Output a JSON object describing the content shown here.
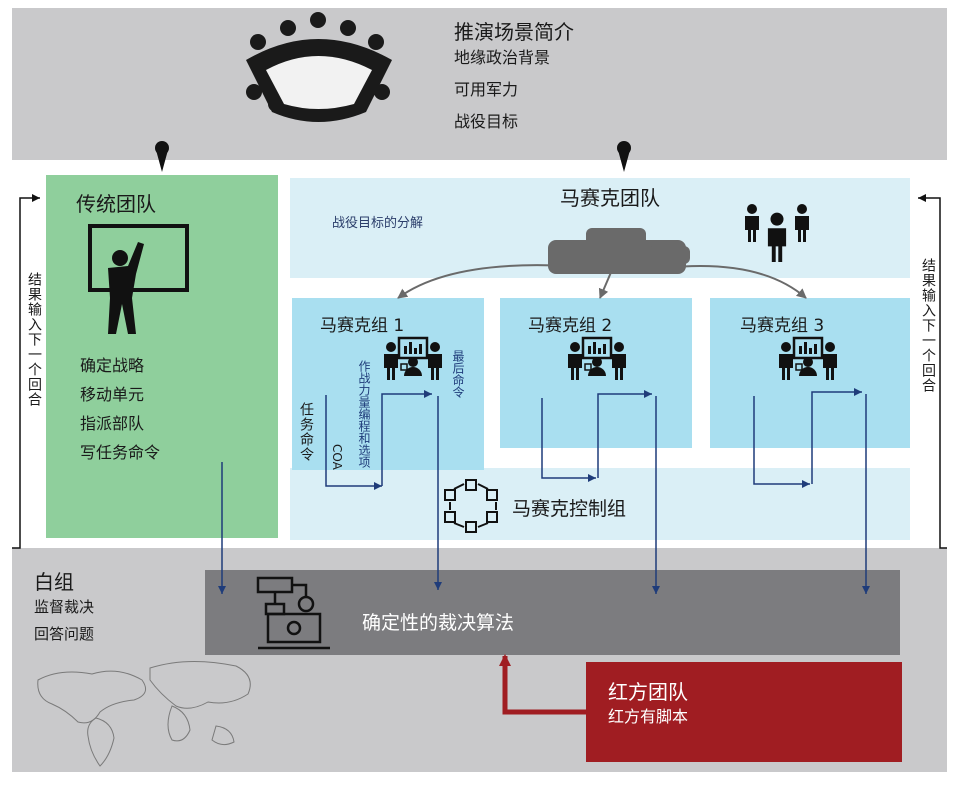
{
  "scenario": {
    "title": "推演场景简介",
    "items": [
      "地缘政治背景",
      "可用军力",
      "战役目标"
    ]
  },
  "traditional_team": {
    "title": "传统团队",
    "items": [
      "确定战略",
      "移动单元",
      "指派部队",
      "写任务命令"
    ]
  },
  "mosaic_team": {
    "title": "马赛克团队",
    "decomposition_label": "战役目标的分解",
    "groups": [
      "马赛克组 1",
      "马赛克组 2",
      "马赛克组 3"
    ],
    "control_group": "马赛克控制组"
  },
  "group1_labels": {
    "mission_order": "任务命令",
    "coa": "COA",
    "force_allocation": "作战力量编程和选项",
    "final_order": "最后命令"
  },
  "feedback": {
    "left": "结果输入下一个回合",
    "right": "结果输入下一个回合"
  },
  "white_team": {
    "title": "白组",
    "items": [
      "监督裁决",
      "回答问题"
    ]
  },
  "adjudication": {
    "label": "确定性的裁决算法"
  },
  "red_team": {
    "title": "红方团队",
    "subtitle": "红方有脚本"
  },
  "colors": {
    "scenario_bg": "#c9c9cb",
    "traditional_bg": "#8fcf9c",
    "mosaic_bg": "#daeff6",
    "cell_bg": "#a9dff0",
    "algo_bg": "#7c7c7f",
    "red_bg": "#a01d22",
    "arrow": "#1f3c7a"
  }
}
